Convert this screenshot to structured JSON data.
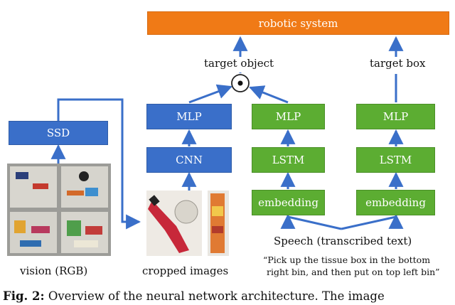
{
  "boxes": {
    "robotic_system": "robotic system",
    "ssd": "SSD",
    "mlp_vision": "MLP",
    "cnn": "CNN",
    "mlp_speech_object": "MLP",
    "lstm_object": "LSTM",
    "embedding_object": "embedding",
    "mlp_speech_box": "MLP",
    "lstm_box": "LSTM",
    "embedding_box": "embedding"
  },
  "labels": {
    "target_object": "target object",
    "target_box": "target box",
    "vision": "vision (RGB)",
    "cropped_images": "cropped images",
    "speech": "Speech (transcribed text)",
    "quote_line1": "“Pick up the tissue box in the bottom",
    "quote_line2": "right bin, and then put on top left bin”",
    "fusion_symbol": "⊙"
  },
  "caption": {
    "prefix": "Fig. 2:",
    "text": " Overview of the neural network architecture. The image"
  },
  "colors": {
    "blue": "#3a6fc9",
    "green": "#5cad32",
    "orange": "#f07a16",
    "arrow": "#3a6fc9"
  }
}
